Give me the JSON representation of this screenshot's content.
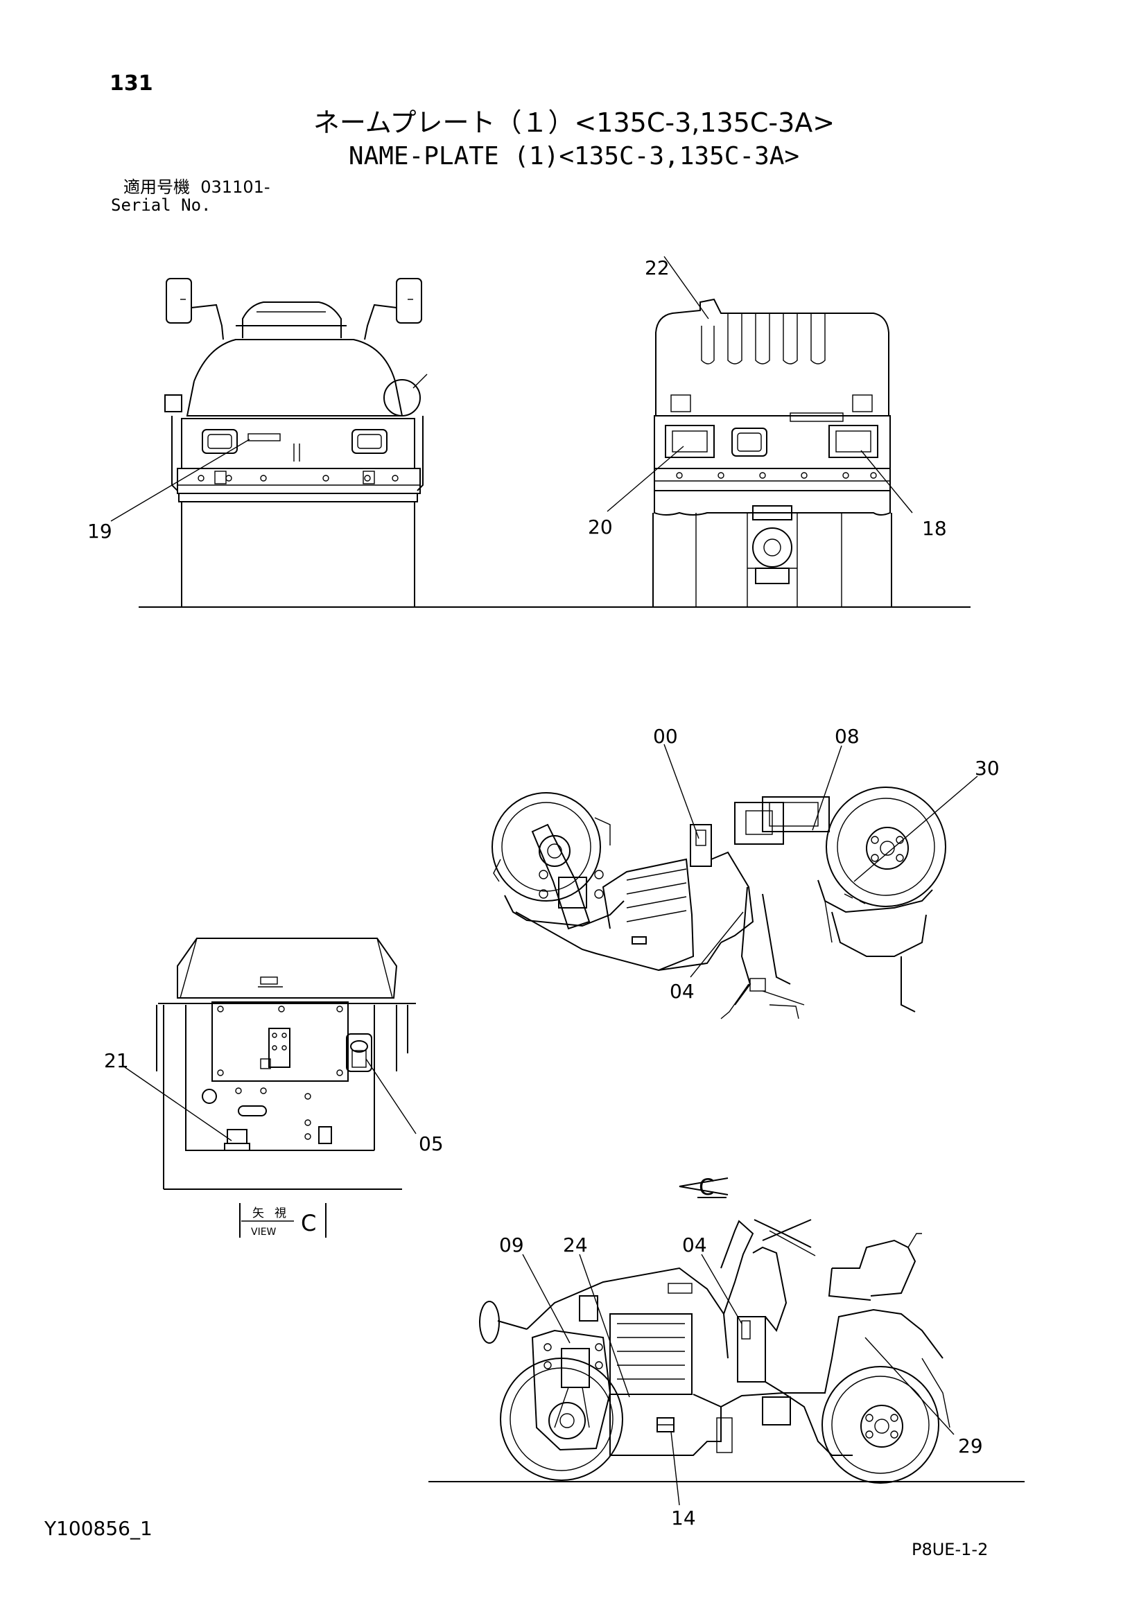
{
  "header": {
    "page_number": "131",
    "title_jp": "ネームプレート（１）<135C-3,135C-3A>",
    "title_en": "NAME-PLATE (1)<135C-3,135C-3A>",
    "serial_label_jp": "適用号機",
    "serial_value": "031101-",
    "serial_label_en": "Serial No."
  },
  "callouts": {
    "c19": "19",
    "c22": "22",
    "c20": "20",
    "c18": "18",
    "c00": "00",
    "c08": "08",
    "c30": "30",
    "c04a": "04",
    "c21": "21",
    "c05": "05",
    "c09": "09",
    "c24": "24",
    "c04b": "04",
    "c29": "29",
    "c14": "14"
  },
  "view_marker": {
    "jp_a": "矢",
    "jp_b": "視",
    "en": "VIEW",
    "letter": "C",
    "arrow_letter": "C"
  },
  "footer": {
    "doc_id": "Y100856_1",
    "page_code": "P8UE-1-2"
  }
}
